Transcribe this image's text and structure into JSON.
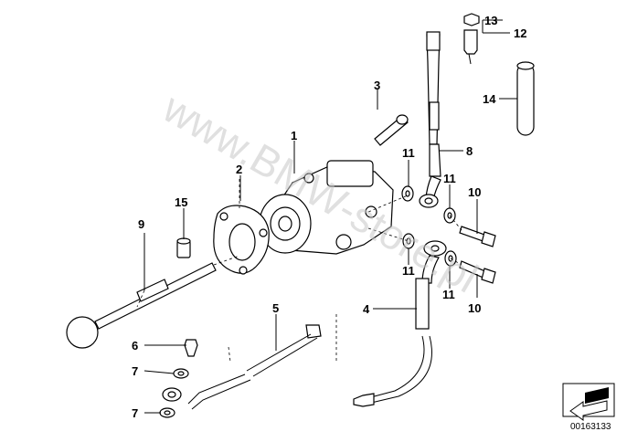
{
  "callouts": [
    "1",
    "2",
    "3",
    "4",
    "5",
    "6",
    "7",
    "7",
    "8",
    "9",
    "10",
    "10",
    "11",
    "11",
    "11",
    "11",
    "12",
    "13",
    "14",
    "15"
  ],
  "watermark": "www.BMW-store.pl",
  "reference_number": "00163133",
  "colors": {
    "line": "#000000",
    "background": "#ffffff",
    "watermark": "#c8c8c8"
  },
  "icons": [
    "pointer-arrow-icon"
  ]
}
